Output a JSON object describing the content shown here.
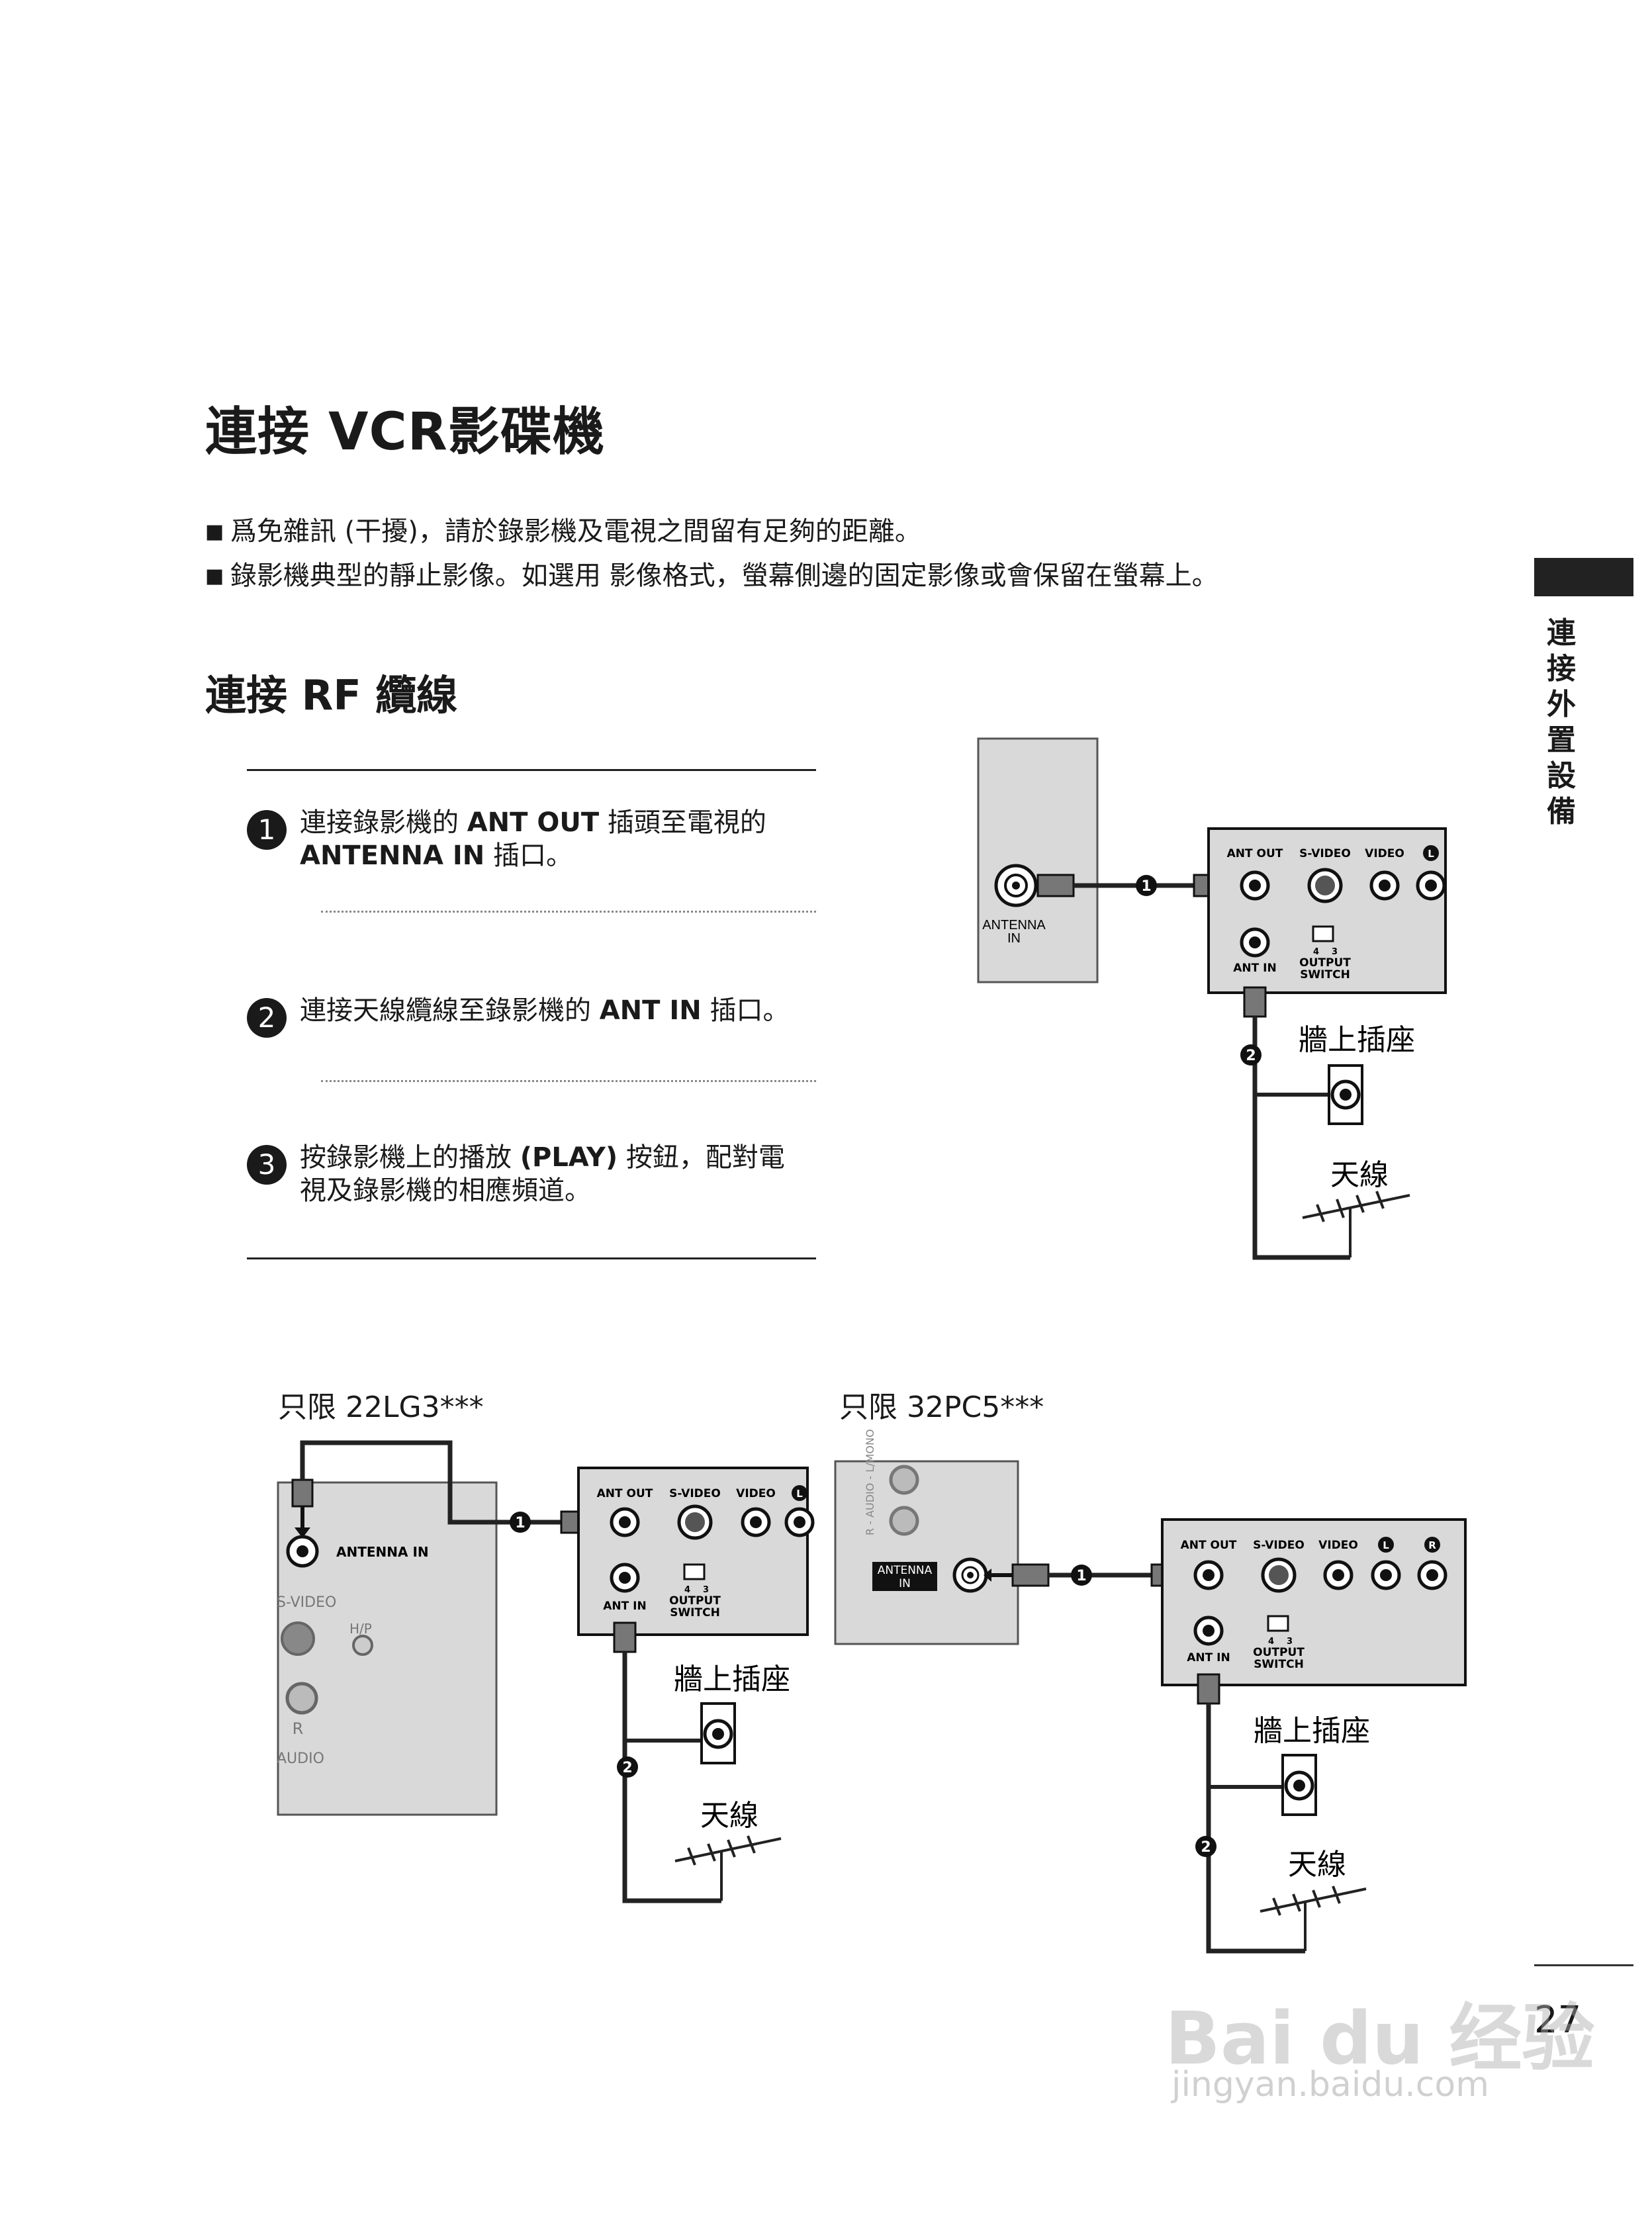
{
  "title": "連接 VCR影碟機",
  "notes": [
    "爲免雜訊 (干擾)，請於錄影機及電視之間留有足夠的距離。",
    "錄影機典型的靜止影像。如選用 影像格式，螢幕側邊的固定影像或會保留在螢幕上。"
  ],
  "section": "連接 RF 纜線",
  "steps": [
    {
      "num": "1",
      "text_a": "連接錄影機的 ",
      "bold_a": "ANT OUT",
      "text_b": " 插頭至電視的",
      "bold_b": "ANTENNA IN",
      "text_c": " 插口。"
    },
    {
      "num": "2",
      "text_a": "連接天線纜線至錄影機的 ",
      "bold_a": "ANT IN",
      "text_b": " 插口。"
    },
    {
      "num": "3",
      "text_a": "按錄影機上的播放 ",
      "bold_a": "(PLAY)",
      "text_b": " 按鈕，配對電視及錄影機的相應頻道。"
    }
  ],
  "side_label": "連接外置設備",
  "page_number": "27",
  "captions": {
    "model_a": "只限 22LG3***",
    "model_b": "只限 32PC5***",
    "wall_outlet": "牆上插座",
    "antenna": "天線"
  },
  "panel_labels": {
    "ant_out": "ANT OUT",
    "s_video": "S-VIDEO",
    "video": "VIDEO",
    "l": "L",
    "r": "R",
    "ant_in": "ANT IN",
    "output_switch_1": "OUTPUT",
    "output_switch_2": "SWITCH",
    "ch4": "4",
    "ch3": "3",
    "antenna_in_1": "ANTENNA",
    "antenna_in_2": "IN",
    "antenna_in": "ANTENNA IN",
    "s_video_tv": "S-VIDEO",
    "hp": "H/P",
    "r_tv": "R",
    "audio_tv": "AUDIO",
    "audio_lmono": "R - AUDIO - L/MONO"
  },
  "markers": {
    "one": "1",
    "two": "2"
  },
  "watermark": {
    "brand": "Bai du 经验",
    "url": "jingyan.baidu.com"
  }
}
